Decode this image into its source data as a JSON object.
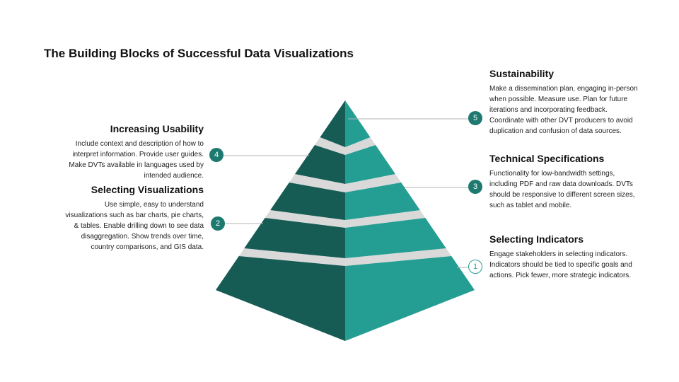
{
  "title": "The Building Blocks of Successful Data Visualizations",
  "colors": {
    "dark_face": "#165c55",
    "light_face": "#249e93",
    "separator": "#d9d9d9",
    "badge": "#1e7a70",
    "connector": "#b3b3b3"
  },
  "levels": [
    {
      "number": "1",
      "heading": "Selecting Indicators",
      "text": "Engage stakeholders in selecting indicators. Indicators should be tied to specific goals and actions. Pick fewer, more strategic indicators."
    },
    {
      "number": "2",
      "heading": "Selecting Visualizations",
      "text": "Use simple, easy to understand visualizations such as bar charts, pie charts, & tables. Enable drilling down to see data disaggregation. Show trends over time, country comparisons, and GIS data."
    },
    {
      "number": "3",
      "heading": "Technical Specifications",
      "text": "Functionality for low-bandwidth settings, including PDF and raw data downloads. DVTs should be responsive to different screen sizes, such as tablet and mobile."
    },
    {
      "number": "4",
      "heading": "Increasing Usability",
      "text": "Include context and description of how to interpret information. Provide user guides. Make DVTs available in languages used by intended audience."
    },
    {
      "number": "5",
      "heading": "Sustainability",
      "text": "Make a dissemination plan, engaging in-person when possible. Measure use. Plan for future iterations and incorporating feedback. Coordinate with other DVT producers to avoid duplication and confusion of data sources."
    }
  ]
}
